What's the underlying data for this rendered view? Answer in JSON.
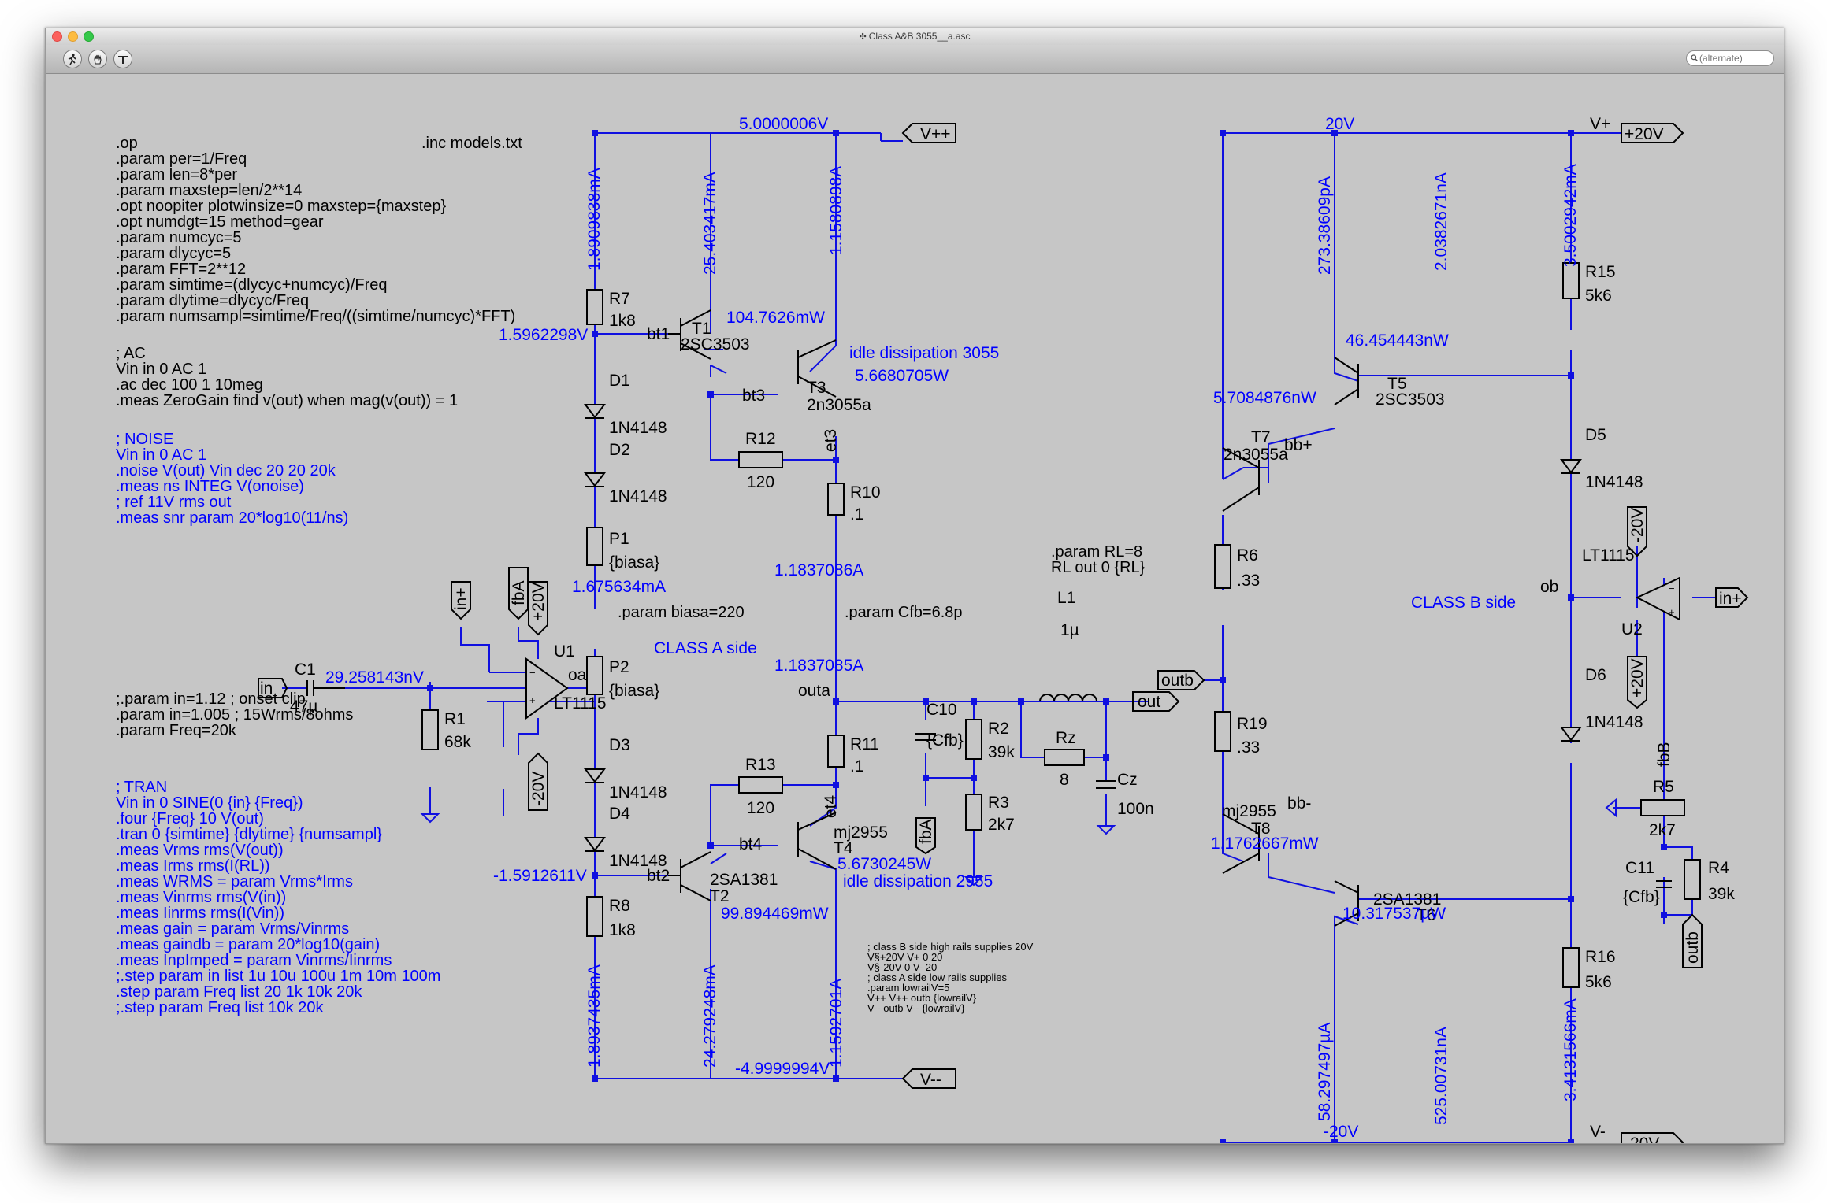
{
  "window": {
    "title": "Class A&B 3055__a.asc",
    "search_placeholder": "(alternate)",
    "colors": {
      "wire": "#1010e0",
      "canvas": "#c6c6c6",
      "component": "#000000"
    }
  },
  "directives": {
    "black": [
      ".op",
      ".param per=1/Freq",
      ".param len=8*per",
      ".param maxstep=len/2**14",
      ".opt noopiter plotwinsize=0 maxstep={maxstep}",
      ".opt numdgt=15 method=gear",
      ".param numcyc=5",
      ".param dlycyc=5",
      ".param FFT=2**12",
      ".param simtime=(dlycyc+numcyc)/Freq",
      ".param dlytime=dlycyc/Freq",
      ".param numsampl=simtime/Freq/((simtime/numcyc)*FFT)"
    ],
    "inc": ".inc models.txt",
    "ac": [
      "; AC",
      "Vin in 0 AC 1",
      ".ac dec 100 1 10meg",
      ".meas ZeroGain find v(out) when mag(v(out)) = 1"
    ],
    "noise": [
      "; NOISE",
      "Vin in 0 AC 1",
      ".noise V(out) Vin dec 20 20 20k",
      ".meas ns INTEG V(onoise)",
      "; ref 11V rms out",
      ".meas snr param 20*log10(11/ns)"
    ],
    "clip": [
      ";.param in=1.12 ; onset clip",
      ".param in=1.005 ; 15Wrms/8ohms",
      ".param Freq=20k"
    ],
    "tran": [
      "; TRAN",
      "Vin in 0 SINE(0 {in} {Freq})",
      ".four {Freq} 10 V(out)",
      ".tran 0 {simtime} {dlytime} {numsampl}",
      ".meas Vrms rms(V(out))",
      ".meas Irms rms(I(RL))",
      ".meas WRMS = param Vrms*Irms",
      ".meas Vinrms rms(V(in))",
      ".meas Iinrms rms(I(Vin))",
      ".meas gain = param Vrms/Vinrms",
      ".meas gaindb = param 20*log10(gain)",
      ".meas InpImped = param Vinrms/Iinrms",
      ";.step param in list 1u 10u 100u 1m 10m 100m",
      ".step param Freq list 20 1k 10k 20k",
      ";.step param Freq list 10k 20k"
    ],
    "supplies": [
      "; class B side high rails supplies 20V",
      "V§+20V V+ 0 20",
      "V§-20V 0 V- 20",
      "; class A side low rails supplies",
      ".param lowrailV=5",
      "V++ V++ outb {lowrailV}",
      "V-- outb V-- {lowrailV}"
    ],
    "biasa": ".param biasa=220",
    "cfb": ".param Cfb=6.8p",
    "rl": [
      ".param RL=8",
      "RL out 0 {RL}"
    ]
  },
  "components": {
    "R7": {
      "name": "R7",
      "value": "1k8"
    },
    "R8": {
      "name": "R8",
      "value": "1k8"
    },
    "R1": {
      "name": "R1",
      "value": "68k"
    },
    "C1": {
      "name": "C1",
      "value": "47µ"
    },
    "U1": {
      "name": "U1",
      "value": "LT1115"
    },
    "U2": {
      "name": "U2",
      "value": "LT1115"
    },
    "P1": {
      "name": "P1",
      "value": "{biasa}"
    },
    "P2": {
      "name": "P2",
      "value": "{biasa}"
    },
    "D1": {
      "name": "D1",
      "value": "1N4148"
    },
    "D2": {
      "name": "D2",
      "value": "1N4148"
    },
    "D3": {
      "name": "D3",
      "value": "1N4148"
    },
    "D4": {
      "name": "D4",
      "value": "1N4148"
    },
    "D5": {
      "name": "D5",
      "value": "1N4148"
    },
    "D6": {
      "name": "D6",
      "value": "1N4148"
    },
    "T1": {
      "name": "T1",
      "value": "2SC3503"
    },
    "T2": {
      "name": "T2",
      "value": "2SA1381"
    },
    "T3": {
      "name": "T3",
      "value": "2n3055a"
    },
    "T4": {
      "name": "T4",
      "value": "mj2955"
    },
    "T5": {
      "name": "T5",
      "value": "2SC3503"
    },
    "T6": {
      "name": "T6",
      "value": "2SA1381"
    },
    "T7": {
      "name": "T7",
      "value": "2n3055a"
    },
    "T8": {
      "name": "T8",
      "value": "mj2955"
    },
    "R12": {
      "name": "R12",
      "value": "120"
    },
    "R13": {
      "name": "R13",
      "value": "120"
    },
    "R10": {
      "name": "R10",
      "value": ".1"
    },
    "R11": {
      "name": "R11",
      "value": ".1"
    },
    "C10": {
      "name": "C10",
      "value": "{Cfb}"
    },
    "R2": {
      "name": "R2",
      "value": "39k"
    },
    "R3": {
      "name": "R3",
      "value": "2k7"
    },
    "L1": {
      "name": "L1",
      "value": "1µ"
    },
    "Rz": {
      "name": "Rz",
      "value": "8"
    },
    "Cz": {
      "name": "Cz",
      "value": "100n"
    },
    "R15": {
      "name": "R15",
      "value": "5k6"
    },
    "R16": {
      "name": "R16",
      "value": "5k6"
    },
    "R6": {
      "name": "R6",
      "value": ".33"
    },
    "R19": {
      "name": "R19",
      "value": ".33"
    },
    "R5": {
      "name": "R5",
      "value": "2k7"
    },
    "R4": {
      "name": "R4",
      "value": "39k"
    },
    "C11": {
      "name": "C11",
      "value": "{Cfb}"
    }
  },
  "nets": {
    "vpp": "V++",
    "vmm": "V--",
    "vplus_label": "V+",
    "vminus_label": "V-",
    "p20": "+20V",
    "m20": "-20V",
    "in": "in",
    "inplus": "in+",
    "fbA": "fbA",
    "fbB": "fbB",
    "oa": "oa",
    "ob": "ob",
    "outa": "outa",
    "outb": "outb",
    "out": "out",
    "bt1": "bt1",
    "bt2": "bt2",
    "bt3": "bt3",
    "bt4": "bt4",
    "et3": "et3",
    "et4": "et4",
    "bbp": "bb+",
    "bbm": "bb-"
  },
  "sim_values": {
    "v_top_a": "5.0000006V",
    "v_bot_a": "-4.9999994V",
    "v_top_b": "20V",
    "v_bot_b": "-20V",
    "i_r7": "1.8909838mA",
    "i_t1": "25.403417mA",
    "i_t3": "1.1580898A",
    "v_bt1": "1.5962298V",
    "p_t1": "104.7626mW",
    "idle_3055": "idle dissipation 3055",
    "p_t3": "5.6680705W",
    "i_p1": "1.675634mA",
    "v_c1": "29.258143nV",
    "i_r10": "1.1837086A",
    "i_r11": "1.1837085A",
    "v_bt2": "-1.5912611V",
    "p_t4": "5.6730245W",
    "idle_2955": "idle dissipation 2955",
    "p_t2": "99.894469mW",
    "i_r8": "1.8937435mA",
    "i_t2": "24.279248mA",
    "i_t4": "1.1592701A",
    "class_a": "CLASS A side",
    "class_b": "CLASS B side",
    "i_t7c": "273.38609pA",
    "i_t5c": "2.0382671nA",
    "i_r15": "3.5002942mA",
    "p_t5": "46.454443nW",
    "p_t7": "5.7084876nW",
    "p_t8": "1.1762667mW",
    "p_t6": "10.317537µW",
    "i_t8c": "58.297497µA",
    "i_t6c": "525.00731nA",
    "i_r16": "3.4131566mA"
  }
}
